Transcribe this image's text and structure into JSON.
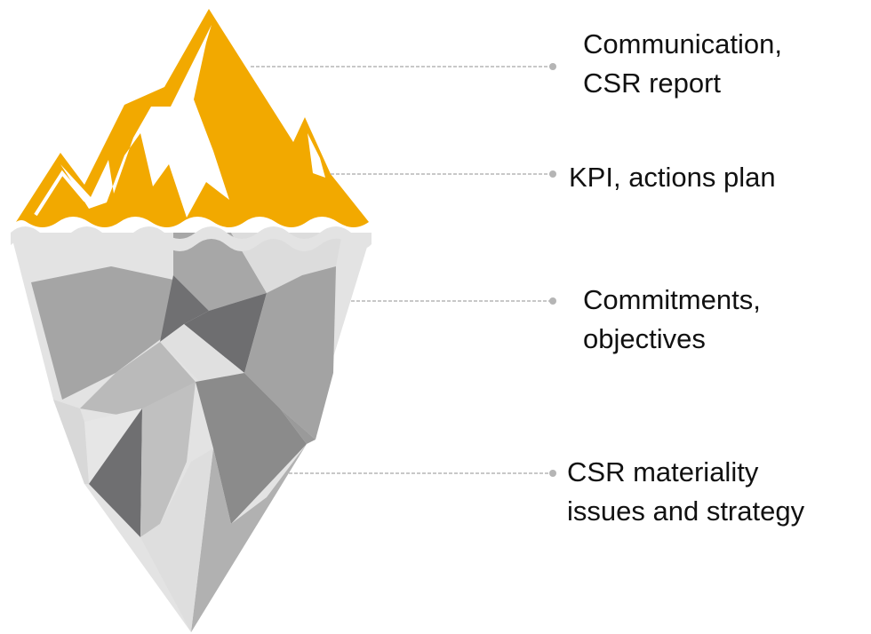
{
  "diagram": {
    "colors": {
      "tip": "#f2a900",
      "tip_snow": "#ffffff",
      "ice_light": "#e3e3e3",
      "ice_mid": "#b9b9b9",
      "ice_gray": "#a2a2a2",
      "ice_dark": "#8b8b8b",
      "ice_darker": "#6e6e70",
      "connector": "#b5b5b5"
    },
    "labels": [
      {
        "lines": [
          "Communication,",
          "CSR report"
        ]
      },
      {
        "lines": [
          "KPI, actions plan"
        ]
      },
      {
        "lines": [
          "Commitments,",
          "objectives"
        ]
      },
      {
        "lines": [
          "CSR materiality",
          "issues and strategy"
        ]
      }
    ]
  }
}
